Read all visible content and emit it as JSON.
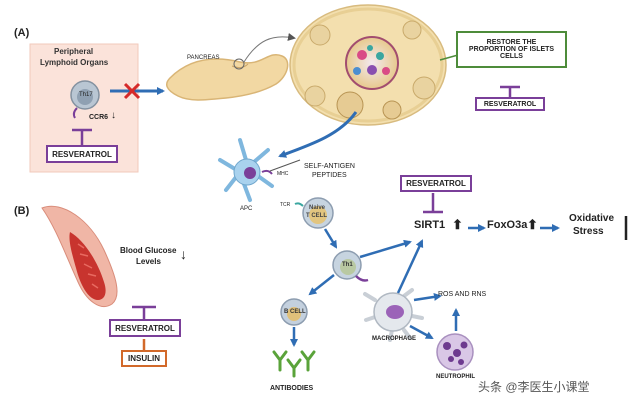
{
  "panels": {
    "a": "(A)",
    "b": "(B)"
  },
  "lymphoid": {
    "title_line1": "Peripheral",
    "title_line2": "Lymphoid Organs",
    "th17": "Th17",
    "ccr6": "CCR6",
    "ccr6_arrow": "↓"
  },
  "pancreas_label": "PANCREAS",
  "restore_box": {
    "line1": "RESTORE THE",
    "line2": "PROPORTION OF ISLETS",
    "line3": "CELLS"
  },
  "resveratrol": "RESVERATROL",
  "insulin": "INSULIN",
  "self_antigen": {
    "line1": "SELF-ANTIGEN",
    "line2": "PEPTIDES"
  },
  "cells": {
    "apc": "APC",
    "mhc": "MHC",
    "tcr": "TCR",
    "naive_t_line1": "Naive",
    "naive_t_line2": "T CELL",
    "th1": "Th1",
    "b_cell": "B CELL",
    "macrophage": "MACROPHAGE",
    "neutrophil": "NEUTROPHIL",
    "antibodies": "ANTIBODIES"
  },
  "glucose": {
    "line1": "Blood Glucose",
    "line2": "Levels",
    "arrow": "↓"
  },
  "pathway": {
    "sirt1": "SIRT1",
    "foxo3a": "FoxO3a",
    "up_arrow": "⬆",
    "oxidative_line1": "Oxidative",
    "oxidative_line2": "Stress",
    "ros": "ROS AND RNS"
  },
  "watermark": "头条 @李医生小课堂",
  "colors": {
    "resveratrol_border": "#7a3f99",
    "restore_border": "#4d8c3a",
    "insulin_border": "#d2692a",
    "arrow_blue": "#2f6db4",
    "inhibit_purple": "#7a3f99",
    "cross_red": "#d62a2a",
    "lymph_bg": "#fbe3da"
  }
}
